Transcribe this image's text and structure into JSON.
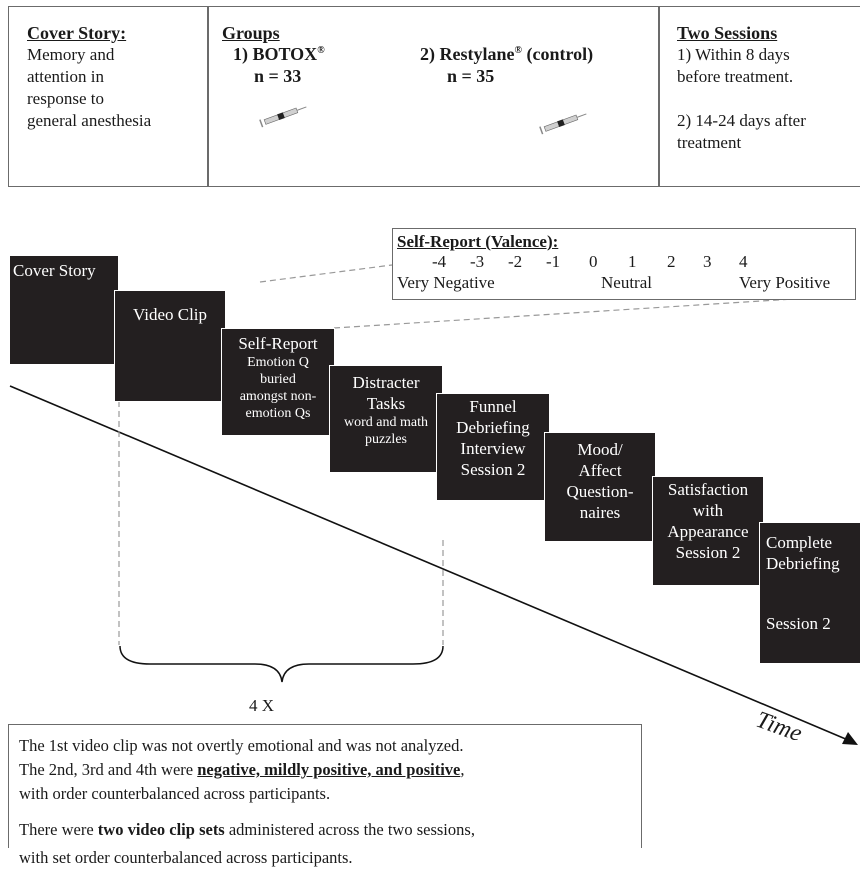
{
  "top_panel": {
    "cover": {
      "heading": "Cover Story:",
      "lines": [
        "Memory and",
        "attention in",
        "response to",
        "general anesthesia"
      ]
    },
    "groups": {
      "heading": "Groups",
      "group1_name": "1) BOTOX",
      "group1_mark": "®",
      "group1_n": "n = 33",
      "group2_prefix": "2)  Restylane",
      "group2_mark": "®",
      "group2_suffix": " (control)",
      "group2_n": "n = 35"
    },
    "sessions": {
      "heading": "Two Sessions",
      "lines": [
        "1) Within 8 days",
        "before treatment.",
        "",
        "2) 14-24 days after",
        "treatment"
      ]
    }
  },
  "self_report_scale": {
    "heading": "Self-Report (Valence):",
    "numbers": [
      "-4",
      "-3",
      "-2",
      "-1",
      "0",
      "1",
      "2",
      "3",
      "4"
    ],
    "anchor_left": "Very Negative",
    "anchor_mid": "Neutral",
    "anchor_right": "Very Positive"
  },
  "steps": [
    {
      "lines": [
        "Cover Story"
      ],
      "size": "big"
    },
    {
      "lines": [
        "Video Clip"
      ],
      "size": "big"
    },
    {
      "lines": [
        "Self-Report"
      ],
      "sub": [
        "Emotion Q",
        "buried",
        "amongst non-",
        "emotion Qs"
      ]
    },
    {
      "lines": [
        "Distracter",
        "Tasks"
      ],
      "sub": [
        "word and math",
        "puzzles"
      ]
    },
    {
      "lines": [
        "Funnel",
        "Debriefing",
        "Interview",
        "Session 2"
      ],
      "size": "big"
    },
    {
      "lines": [
        "Mood/",
        "Affect",
        "Question-",
        "naires"
      ],
      "size": "big"
    },
    {
      "lines": [
        "Satisfaction",
        "with",
        "Appearance",
        "Session 2"
      ],
      "size": "big"
    },
    {
      "lines": [
        "Complete",
        "Debriefing",
        "",
        "Session 2"
      ],
      "size": "big"
    }
  ],
  "repeat_label": "4 X",
  "time_label": "Time",
  "note": {
    "p1_a": "The 1st video clip was not overtly emotional and was not analyzed.",
    "p1_b": "The 2nd, 3rd and 4th were ",
    "p1_bold": "negative, mildly positive, and positive",
    "p1_c": ",",
    "p1_d": "with order counterbalanced across participants.",
    "p2_a": "There were ",
    "p2_bold": "two video clip sets",
    "p2_b": " administered across the two sessions,",
    "p2_c": "with set order counterbalanced across participants."
  }
}
